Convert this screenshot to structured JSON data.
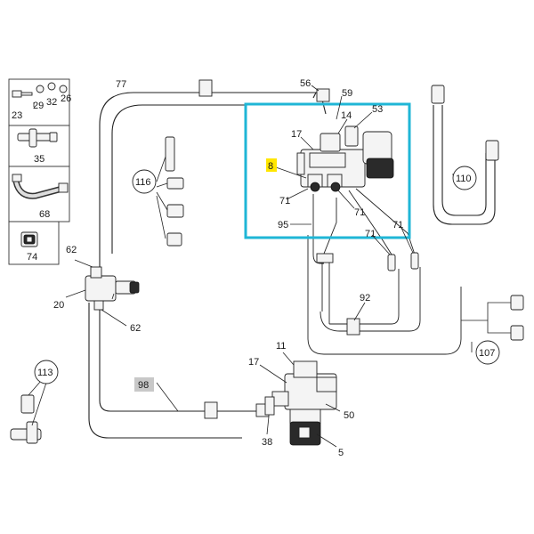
{
  "diagram": {
    "highlight_color": "#1fb6d6",
    "highlight_label_color": "#ffe600",
    "callouts": {
      "c23": "23",
      "c29": "29",
      "c32": "32",
      "c26": "26",
      "c35": "35",
      "c68": "68",
      "c74": "74",
      "c77": "77",
      "c56": "56",
      "c59": "59",
      "c53": "53",
      "c14": "14",
      "c17a": "17",
      "c8": "8",
      "c71a": "71",
      "c71b": "71",
      "c71c": "71",
      "c71d": "71",
      "c95": "95",
      "c116": "116",
      "c110": "110",
      "c62a": "62",
      "c20": "20",
      "c62b": "62",
      "c92": "92",
      "c107": "107",
      "c113": "113",
      "c98": "98",
      "c11": "11",
      "c17b": "17",
      "c50": "50",
      "c38": "38",
      "c5": "5"
    }
  }
}
